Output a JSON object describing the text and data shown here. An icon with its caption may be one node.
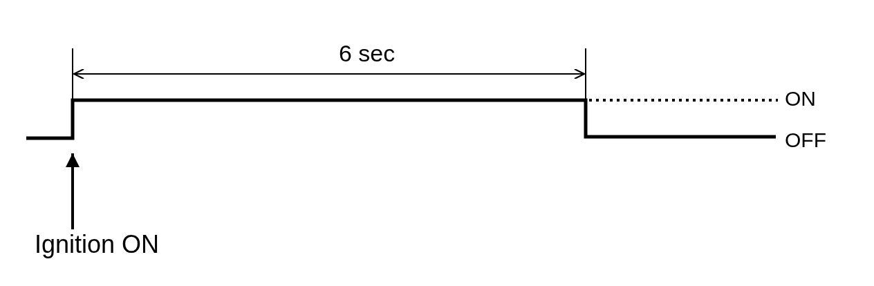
{
  "diagram": {
    "nodes": [
      {
        "text": [
          "Ignition ON"
        ]
      },
      {
        "text": [],
        "shape": "picture"
      }
    ],
    "edges": [
      {
        "from": 0,
        "to": 1,
        "arrow": "to"
      }
    ],
    "labels": [
      "6 sec",
      "ON",
      "OFF"
    ]
  }
}
